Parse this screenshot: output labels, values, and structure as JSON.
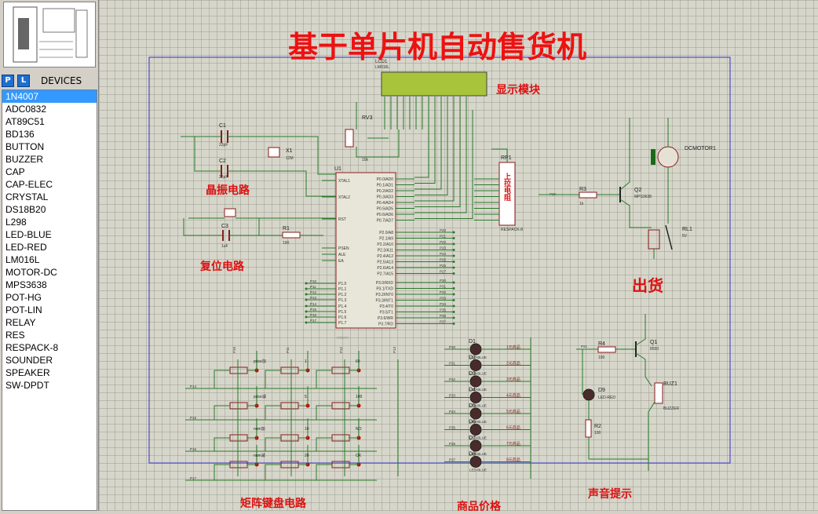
{
  "title": "基于单片机自动售货机",
  "sidebar": {
    "p_label": "P",
    "l_label": "L",
    "devices_label": "DEVICES",
    "devices": [
      "1N4007",
      "ADC0832",
      "AT89C51",
      "BD136",
      "BUTTON",
      "BUZZER",
      "CAP",
      "CAP-ELEC",
      "CRYSTAL",
      "DS18B20",
      "L298",
      "LED-BLUE",
      "LED-RED",
      "LM016L",
      "MOTOR-DC",
      "MPS3638",
      "POT-HG",
      "POT-LIN",
      "RELAY",
      "RES",
      "RESPACK-8",
      "SOUNDER",
      "SPEAKER",
      "SW-DPDT"
    ]
  },
  "sections": {
    "display": "显示模块",
    "crystal": "晶振电路",
    "reset": "复位电路",
    "shipping": "出货",
    "keypad": "矩阵键盘电路",
    "price": "商品价格",
    "sound": "声音提示",
    "pullup": "上拉电阻"
  },
  "components": {
    "lcd": "LCD1",
    "lcd_model": "LM016L",
    "rv3": "RV3",
    "rv3_val": "10k",
    "c1": "C1",
    "c1_val": "22pF",
    "c2": "C2",
    "c2_val": "22pF",
    "x1": "X1",
    "x1_val": "12M",
    "c3": "C3",
    "c3_val": "1uF",
    "r1": "R1",
    "r1_val": "100",
    "u1": "U1",
    "rp1": "RP1",
    "rp1_model": "RESPACK-8",
    "r3": "R3",
    "r3_val": "1k",
    "q2": "Q2",
    "q2_model": "MPS3638",
    "motor": "DCMOTOR1",
    "rl1": "RL1",
    "rl1_val": "5V",
    "r4": "R4",
    "r4_val": "100",
    "q1": "Q1",
    "q1_model": "8550",
    "buz": "BUZ1",
    "buz_model": "BUZZER",
    "d9": "D9",
    "d9_model": "LED-RED",
    "r2": "R2",
    "r2_val": "100",
    "text_tag": "<TEXT>"
  },
  "mcu_pins": {
    "left": [
      "XTAL1",
      "XTAL2",
      "RST",
      "PSEN",
      "ALE",
      "EA",
      "P1.0",
      "P1.1",
      "P1.2",
      "P1.3",
      "P1.4",
      "P1.5",
      "P1.6",
      "P1.7"
    ],
    "right": [
      "P0.0/AD0",
      "P0.1/AD1",
      "P0.2/AD2",
      "P0.3/AD3",
      "P0.4/AD4",
      "P0.5/AD5",
      "P0.6/AD6",
      "P0.7/AD7",
      "P2.0/A8",
      "P2.1/A9",
      "P2.2/A10",
      "P2.3/A11",
      "P2.4/A12",
      "P2.5/A13",
      "P2.6/A14",
      "P2.7/A15",
      "P3.0/RXD",
      "P3.1/TXD",
      "P3.2/INT0",
      "P3.3/INT1",
      "P3.4/T0",
      "P3.5/T1",
      "P3.6/WR",
      "P3.7/RD"
    ]
  },
  "keypad_keys": [
    "price加",
    "1",
    "60",
    "price减",
    "5",
    "100",
    "num加",
    "10",
    "NO",
    "num减",
    "20",
    "OK"
  ],
  "keypad_rows": [
    "P14",
    "P15",
    "P16",
    "P17"
  ],
  "keypad_cols": [
    "P10",
    "P11",
    "P12",
    "P13"
  ],
  "price_leds": [
    {
      "name": "D1",
      "port": "P30",
      "label": "1元商品"
    },
    {
      "name": "D2",
      "port": "P31",
      "label": "2元商品"
    },
    {
      "name": "D3",
      "port": "P32",
      "label": "3元商品"
    },
    {
      "name": "D4",
      "port": "P33",
      "label": "4元商品"
    },
    {
      "name": "D5",
      "port": "P34",
      "label": "5元商品"
    },
    {
      "name": "D6",
      "port": "P35",
      "label": "6元商品"
    },
    {
      "name": "D7",
      "port": "P36",
      "label": "7元商品"
    },
    {
      "name": "D8",
      "port": "P37",
      "label": "8元商品"
    }
  ],
  "led_model": "LED-BLUE",
  "nets": {
    "p20": "P20",
    "p21": "P21"
  },
  "colors": {
    "wire": "#2a7a2a",
    "title": "#ee1111",
    "section": "#dd1111",
    "part": "#8b1a1a",
    "border": "#3333cc",
    "lcd": "#a8c43a"
  }
}
